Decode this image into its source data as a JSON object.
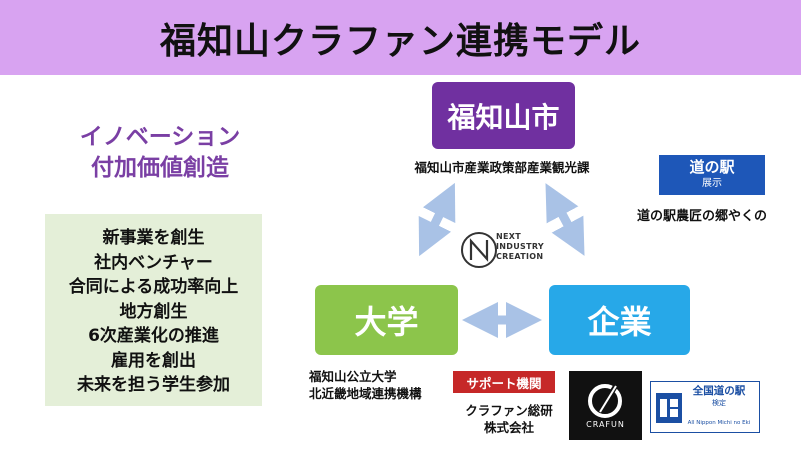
{
  "header": {
    "title": "福知山クラファン連携モデル"
  },
  "innovation": {
    "line1": "イノベーション",
    "line2": "付加価値創造"
  },
  "benefits": {
    "items": [
      "新事業を創生",
      "社内ベンチャー",
      "合同による成功率向上",
      "地方創生",
      "6次産業化の推進",
      "雇用を創出",
      "未来を担う学生参加"
    ]
  },
  "nodes": {
    "city": {
      "label": "福知山市",
      "sublabel": "福知山市産業政策部産業観光課"
    },
    "university": {
      "label": "大学",
      "sublabel_lines": [
        "福知山公立大学",
        "北近畿地域連携機構"
      ]
    },
    "company": {
      "label": "企業"
    }
  },
  "center_logo": {
    "lines": [
      "NEXT",
      "INDUSTRY",
      "CREATION"
    ]
  },
  "michinoeki": {
    "title": "道の駅",
    "sub": "展示",
    "caption": "道の駅農匠の郷やくの"
  },
  "support": {
    "badge": "サポート機関",
    "lines": [
      "クラファン総研",
      "株式会社"
    ]
  },
  "crafun_logo": {
    "text": "CRAFUN"
  },
  "zenkoku_logo": {
    "title": "全国道の駅",
    "sub": "検定",
    "english": "All Nippon Michi no Eki"
  },
  "colors": {
    "header_bg": "#d8a3f1",
    "city": "#7030a0",
    "university": "#8cc54b",
    "company": "#27a8e8",
    "arrow": "#a9c2e6",
    "benefit_bg": "#e4efd8"
  }
}
